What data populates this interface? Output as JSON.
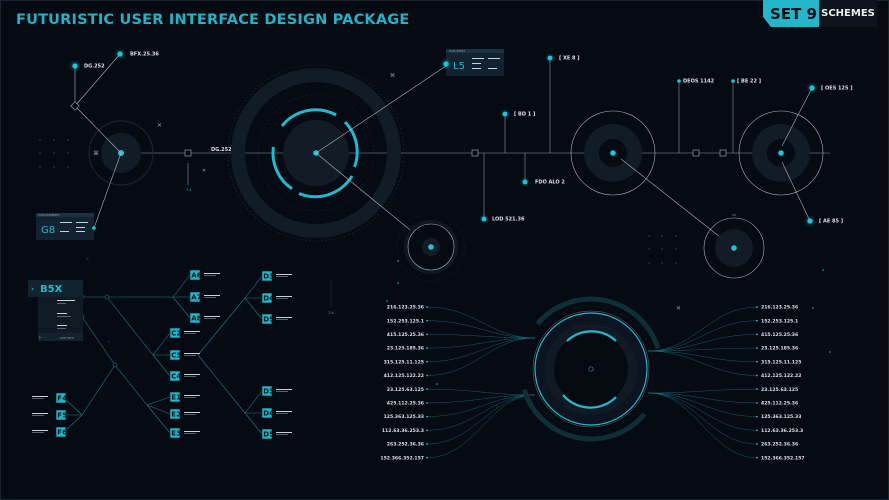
{
  "header": {
    "title": "FUTURISTIC USER INTERFACE DESIGN PACKAGE",
    "set_label": "SET 9",
    "schemes_label": "SCHEMES"
  },
  "colors": {
    "background": "#060a12",
    "accent": "#24b5c9",
    "node": "#1fc4db",
    "line": "#aab4bb",
    "ring_fill": "#111c27",
    "text": "#d8e2e8"
  },
  "top_scheme": {
    "nodes": {
      "dg252_a": "DG.252",
      "bfx": "BFX.25.36",
      "dg252_b": "DG.252",
      "xe8": "[ XE 8 ]",
      "bd1": "[ BD 1 ]",
      "fdo": "FDO ALO 2",
      "lod": "LOD 521.36",
      "deos": "DEOS 1142",
      "be22": "[ BE 22 ]",
      "oes": "[ OES 125 ]",
      "ae85": "[ AE 85 ]",
      "marker_74": "7.4"
    },
    "panels": {
      "g8": {
        "header": "DATA ELEMENTS",
        "code": "G8"
      },
      "l5": {
        "header": "DATA SHEET",
        "code": "L5"
      }
    }
  },
  "tree_scheme": {
    "root": {
      "code": "B5X",
      "footer": "DATA INFO"
    },
    "boxes": {
      "a6": "A6",
      "a7": "A7",
      "a8": "A8",
      "c2": "C2",
      "c3": "C3",
      "c4": "C4",
      "d3": "D3",
      "d4": "D4",
      "d5": "D5",
      "e1": "E1",
      "e2": "E2",
      "e3": "E3",
      "f4": "F4",
      "f5": "F5",
      "f6": "F6",
      "d3b": "D3",
      "d4b": "D4",
      "d5b": "D5"
    }
  },
  "radial_scheme": {
    "left_ips": [
      "216.123.25.36",
      "152.253.125.1",
      "415.125.25.36",
      "23.125.185.36",
      "315.125.11.125",
      "412.125.122.22",
      "23.125.63.125",
      "425.112.25.36",
      "125.363.125.33",
      "112.63.36.253.3",
      "263.252.36.36",
      "152.366.352.157"
    ],
    "right_ips": [
      "216.123.25.36",
      "152.253.125.1",
      "415.125.25.36",
      "23.125.185.36",
      "315.125.11.125",
      "412.125.122.22",
      "23.125.63.125",
      "425.112.25.36",
      "125.363.125.33",
      "112.63.36.253.3",
      "263.252.36.36",
      "152.366.352.157"
    ]
  }
}
